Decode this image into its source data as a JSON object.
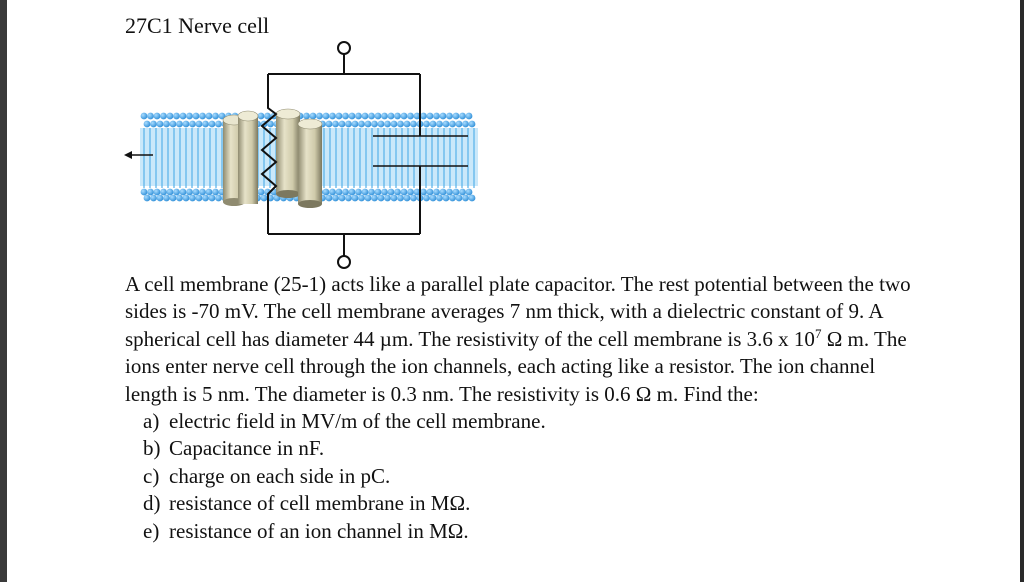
{
  "title": "27C1 Nerve cell",
  "problem": {
    "s1": "A cell membrane (25-1) acts like a parallel plate capacitor.  The rest potential between the two sides is -70 mV.  The cell membrane averages 7 nm thick, with a dielectric constant of 9.  A spherical cell has diameter 44 µm.  The resistivity of the cell membrane is 3.6 x 10",
    "exp": "7",
    "s2": " Ω m.  The ions enter nerve cell through the ion channels, each acting like a resistor.  The ion channel length is 5 nm.  The diameter is 0.3 nm.  The resistivity is 0.6 Ω m.  Find the:"
  },
  "questions": [
    {
      "letter": "a)",
      "text": "electric field in MV/m of the cell membrane."
    },
    {
      "letter": "b)",
      "text": "Capacitance in nF."
    },
    {
      "letter": "c)",
      "text": "charge on each side in pC."
    },
    {
      "letter": "d)",
      "text": "resistance of cell membrane in MΩ."
    },
    {
      "letter": "e)",
      "text": "resistance of an ion channel in MΩ."
    }
  ],
  "colors": {
    "lipid_head": "#4aa8e8",
    "lipid_tail": "#7cc6f0",
    "channel": "#cfcaaa",
    "wire": "#111111"
  }
}
